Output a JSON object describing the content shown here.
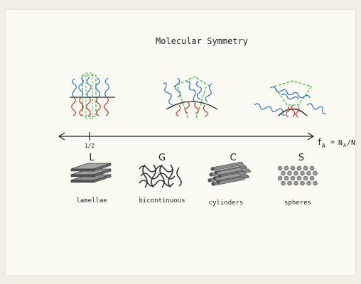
{
  "title": "Molecular Symmetry",
  "axis": {
    "tick_label": "1/2",
    "variable_f": "f",
    "variable_sub": "A",
    "equals": "=",
    "numerator": "N",
    "numerator_sub": "A",
    "denominator": "/N"
  },
  "phases": [
    {
      "letter": "L",
      "caption": "lamellae"
    },
    {
      "letter": "G",
      "caption": "bicontinuous"
    },
    {
      "letter": "C",
      "caption": "cylinders"
    },
    {
      "letter": "S",
      "caption": "spheres"
    }
  ],
  "colors": {
    "block_a": "#2f6fd0",
    "block_b": "#d62f2f",
    "unit_cell": "#3cbf45",
    "ink": "#222222",
    "paper": "#fbfaf3",
    "subscript_blue": "#2f6fd0"
  }
}
